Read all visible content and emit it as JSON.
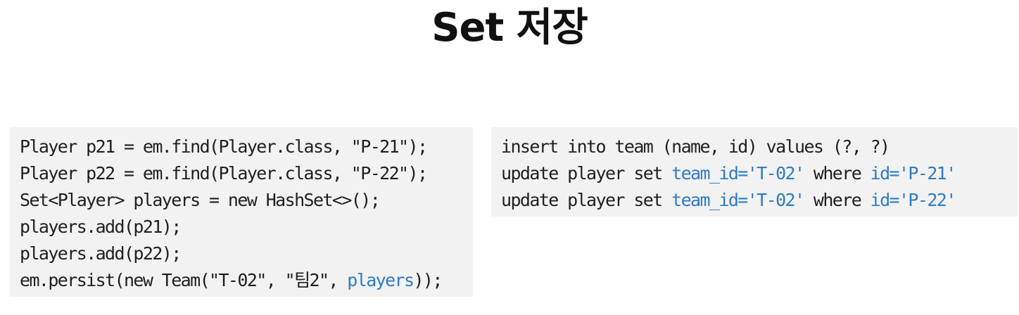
{
  "title": "Set 저장",
  "java_code": {
    "lines": [
      [
        {
          "text": "Player p21 = em.find(Player.class, \"P-21\");",
          "hl": false
        }
      ],
      [
        {
          "text": "Player p22 = em.find(Player.class, \"P-22\");",
          "hl": false
        }
      ],
      [
        {
          "text": "Set<Player> players = new HashSet<>();",
          "hl": false
        }
      ],
      [
        {
          "text": "players.add(p21);",
          "hl": false
        }
      ],
      [
        {
          "text": "players.add(p22);",
          "hl": false
        }
      ],
      [
        {
          "text": "em.persist(new Team(\"T-02\", \"팀2\", ",
          "hl": false
        },
        {
          "text": "players",
          "hl": true
        },
        {
          "text": "));",
          "hl": false
        }
      ]
    ]
  },
  "sql_output": {
    "lines": [
      [
        {
          "text": "insert into team (name, id) values (?, ?)",
          "hl": false
        }
      ],
      [
        {
          "text": "update player set ",
          "hl": false
        },
        {
          "text": "team_id='T-02'",
          "hl": true
        },
        {
          "text": " where ",
          "hl": false
        },
        {
          "text": "id='P-21'",
          "hl": true
        }
      ],
      [
        {
          "text": "update player set ",
          "hl": false
        },
        {
          "text": "team_id='T-02'",
          "hl": true
        },
        {
          "text": " where ",
          "hl": false
        },
        {
          "text": "id='P-22'",
          "hl": true
        }
      ]
    ]
  },
  "colors": {
    "highlight": "#2f7bc4",
    "code_text": "#1f1f1f",
    "box_background": "#f2f2f2"
  }
}
